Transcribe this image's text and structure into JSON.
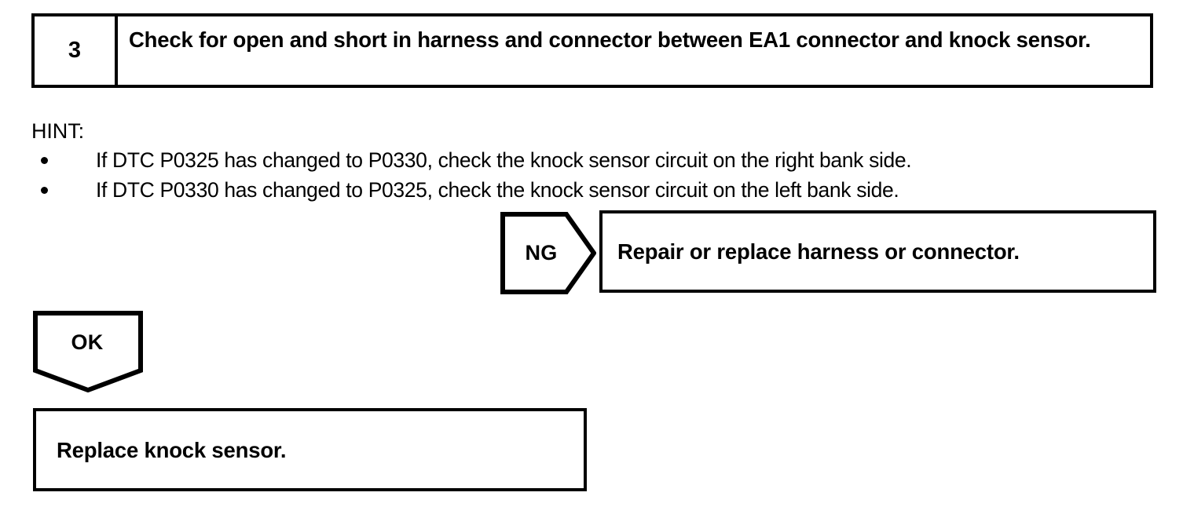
{
  "step": {
    "number": "3",
    "instruction": "Check for open and short in harness and connector between EA1 connector and knock sensor."
  },
  "hint": {
    "label": "HINT:",
    "items": [
      "If DTC P0325 has changed to P0330, check the knock sensor circuit on the right bank side.",
      "If DTC P0330 has changed to P0325, check the knock sensor circuit on the left bank side."
    ]
  },
  "branches": {
    "ng": {
      "label": "NG",
      "result": "Repair or replace harness or connector."
    },
    "ok": {
      "label": "OK",
      "result": "Replace knock sensor."
    }
  }
}
